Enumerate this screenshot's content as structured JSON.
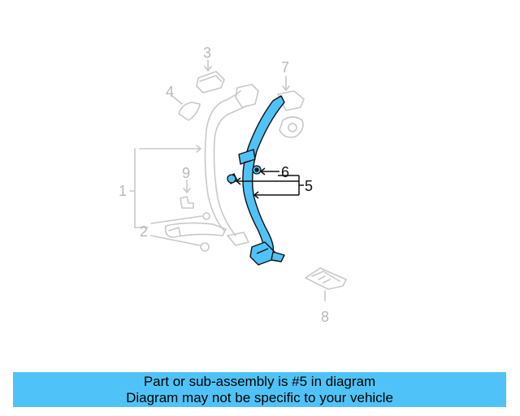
{
  "diagram": {
    "callouts": {
      "c1": "1",
      "c2": "2",
      "c3": "3",
      "c4": "4",
      "c5": "5",
      "c6": "6",
      "c7": "7",
      "c8": "8",
      "c9": "9"
    },
    "colors": {
      "highlight_part": "#4fc3f7",
      "ghost_part": "#c8c8c8",
      "outline": "#111111"
    }
  },
  "banner": {
    "line1": "Part or sub-assembly is #5 in diagram",
    "line2": "Diagram may not be specific to your vehicle",
    "color": "#4fc3f7"
  }
}
